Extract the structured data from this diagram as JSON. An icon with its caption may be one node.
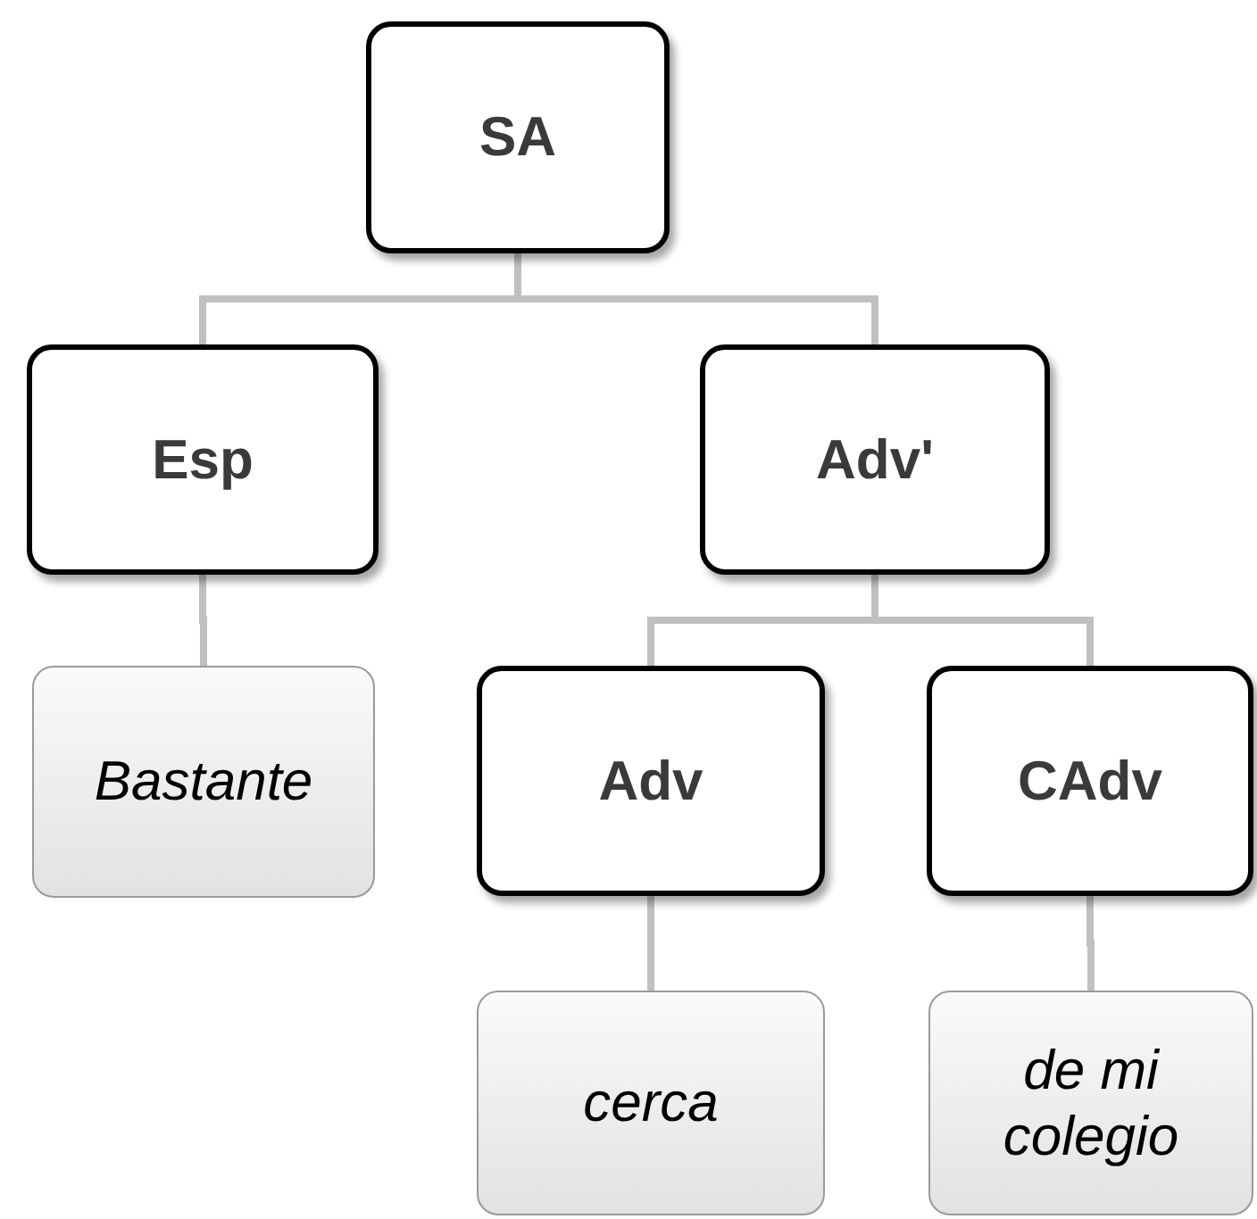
{
  "diagram": {
    "nodes": [
      {
        "text": [
          "SA"
        ]
      },
      {
        "text": [
          "Esp"
        ]
      },
      {
        "text": [
          "Adv'"
        ]
      },
      {
        "text": [
          "Bastante"
        ]
      },
      {
        "text": [
          "Adv"
        ]
      },
      {
        "text": [
          "CAdv"
        ]
      },
      {
        "text": [
          "cerca"
        ]
      },
      {
        "text": [
          "de mi colegio"
        ]
      }
    ],
    "edges": [
      {
        "from": 0,
        "to": 1,
        "arrow": "none"
      },
      {
        "from": 0,
        "to": 2,
        "arrow": "none"
      },
      {
        "from": 1,
        "to": 3,
        "arrow": "none"
      },
      {
        "from": 2,
        "to": 4,
        "arrow": "none"
      },
      {
        "from": 2,
        "to": 5,
        "arrow": "none"
      },
      {
        "from": 4,
        "to": 6,
        "arrow": "none"
      },
      {
        "from": 5,
        "to": 7,
        "arrow": "none"
      }
    ]
  }
}
